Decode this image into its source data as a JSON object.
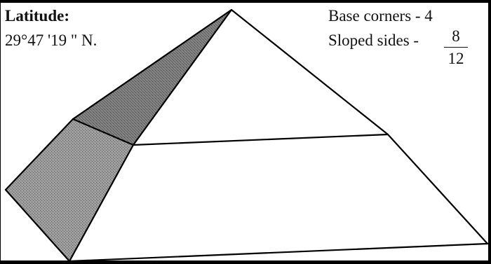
{
  "latitude": {
    "heading": "Latitude:",
    "value": "29°47 '19 \" N."
  },
  "facts": {
    "base_corners": "Base corners - 4",
    "sloped_sides": "Sloped sides - ",
    "sloped_sides_numerator": "8",
    "sloped_sides_denominator": "12"
  },
  "colors": {
    "outline": "#000000",
    "shaded_face": "#8a8a8a",
    "background": "#ffffff"
  }
}
